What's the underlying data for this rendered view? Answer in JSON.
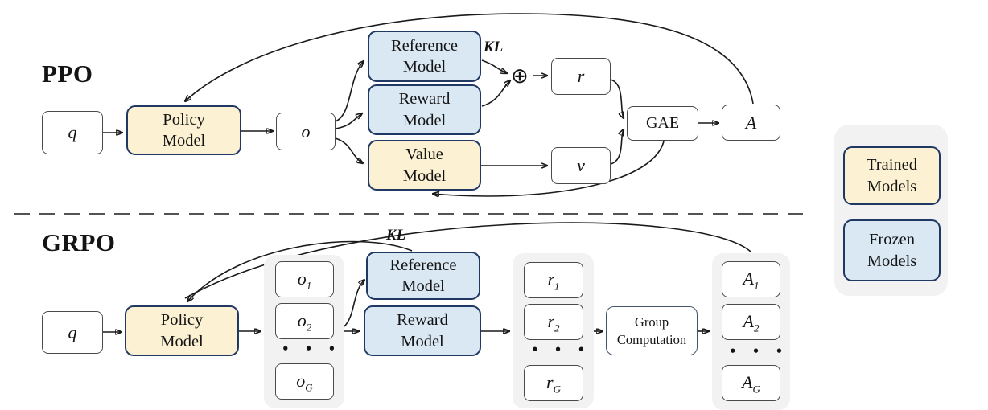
{
  "colors": {
    "trained_fill": "#FCF2D3",
    "frozen_fill": "#DAE8F4",
    "border_navy": "#1F3864",
    "panel_grey": "#F2F2F2",
    "divider_grey": "#7F7F7F"
  },
  "ppo": {
    "label": "PPO",
    "q": "q",
    "policy": {
      "line1": "Policy",
      "line2": "Model"
    },
    "o": "o",
    "reference": {
      "line1": "Reference",
      "line2": "Model"
    },
    "reward": {
      "line1": "Reward",
      "line2": "Model"
    },
    "value": {
      "line1": "Value",
      "line2": "Model"
    },
    "kl": "KL",
    "oplus": "⊕",
    "r": "r",
    "v": "v",
    "gae": "GAE",
    "advantage": "A"
  },
  "grpo": {
    "label": "GRPO",
    "q": "q",
    "policy": {
      "line1": "Policy",
      "line2": "Model"
    },
    "kl": "KL",
    "reference": {
      "line1": "Reference",
      "line2": "Model"
    },
    "reward": {
      "line1": "Reward",
      "line2": "Model"
    },
    "group_computation": {
      "line1": "Group",
      "line2": "Computation"
    },
    "dots": "• • •",
    "outputs": [
      {
        "base": "o",
        "sub": "1"
      },
      {
        "base": "o",
        "sub": "2"
      },
      {
        "base": "o",
        "sub": "G"
      }
    ],
    "rewards": [
      {
        "base": "r",
        "sub": "1"
      },
      {
        "base": "r",
        "sub": "2"
      },
      {
        "base": "r",
        "sub": "G"
      }
    ],
    "advantages": [
      {
        "base": "A",
        "sub": "1"
      },
      {
        "base": "A",
        "sub": "2"
      },
      {
        "base": "A",
        "sub": "G"
      }
    ]
  },
  "legend": {
    "trained": {
      "line1": "Trained",
      "line2": "Models"
    },
    "frozen": {
      "line1": "Frozen",
      "line2": "Models"
    }
  }
}
